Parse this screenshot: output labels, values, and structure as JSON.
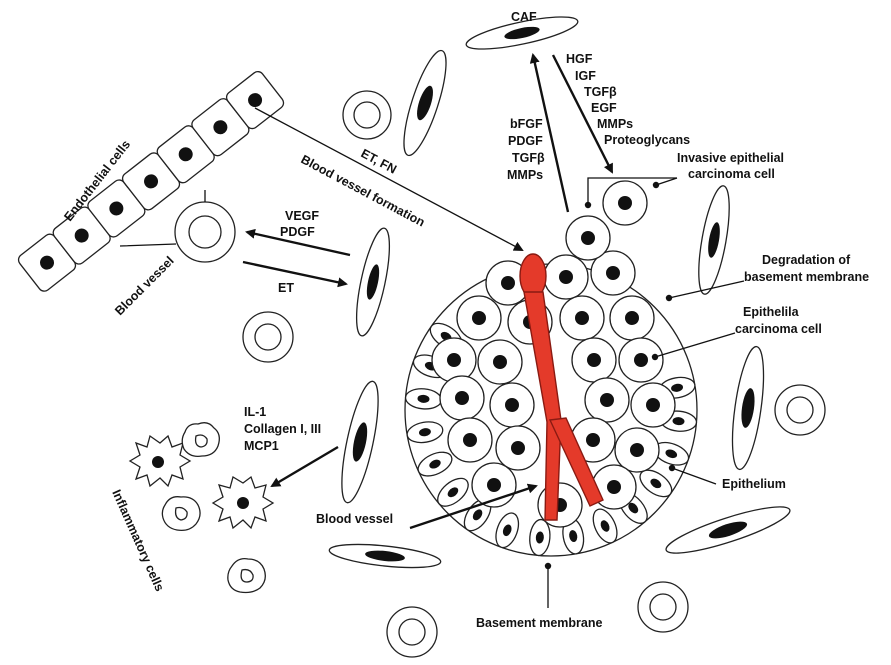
{
  "colors": {
    "blood_vessel": "#e43a2a",
    "ink": "#111111",
    "background": "#ffffff"
  },
  "labels": {
    "caf": "CAF",
    "endothelial_cells": "Endothelial cells",
    "blood_vessel_left": "Blood vessel",
    "blood_vessel_bottom": "Blood vessel",
    "et_fn": "ET, FN",
    "blood_vessel_formation": "Blood vessel formation",
    "vegf": "VEGF",
    "pdgf_left": "PDGF",
    "et": "ET",
    "bfgf": "bFGF",
    "pdgf_up": "PDGF",
    "tgfb_up": "TGFβ",
    "mmps_up": "MMPs",
    "hgf": "HGF",
    "igf": "IGF",
    "tgfb_down": "TGFβ",
    "egf": "EGF",
    "mmps_down": "MMPs",
    "proteoglycans": "Proteoglycans",
    "invasive_line1": "Invasive epithelial",
    "invasive_line2": "carcinoma cell",
    "degradation_line1": "Degradation of",
    "degradation_line2": "basement membrane",
    "epithelial_line1": "Epithelila",
    "epithelial_line2": "carcinoma cell",
    "il1": "IL-1",
    "collagen": "Collagen I, III",
    "mcp1": "MCP1",
    "inflammatory_cells": "Inflammatory cells",
    "epithelium": "Epithelium",
    "basement_membrane": "Basement membrane"
  }
}
